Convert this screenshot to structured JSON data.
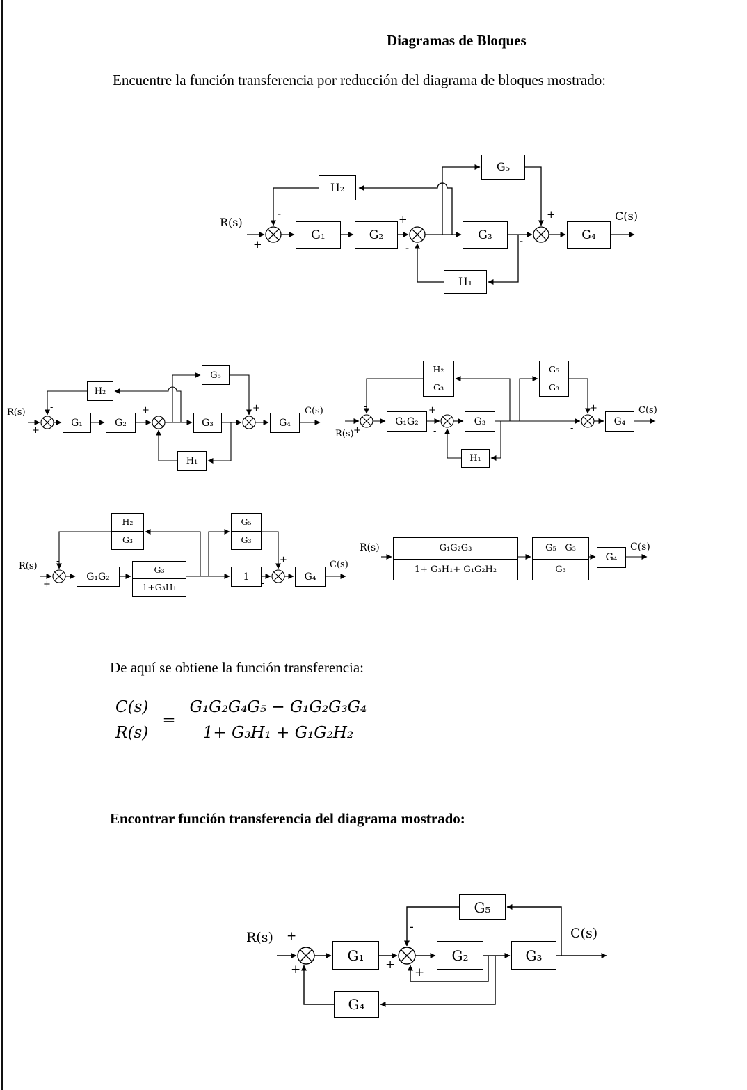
{
  "page": {
    "title": "Diagramas de Bloques",
    "intro": "Encuentre la función transferencia por reducción del diagrama de bloques mostrado:",
    "result_caption": "De aquí se obtiene la función transferencia:",
    "second_heading": "Encontrar función transferencia del diagrama mostrado:"
  },
  "equation": {
    "lhs_num": "C(s)",
    "lhs_den": "R(s)",
    "equals": "=",
    "rhs_num": "G₁G₂G₄G₅ − G₁G₂G₃G₄",
    "rhs_den": "1+ G₃H₁ + G₁G₂H₂"
  },
  "d1": {
    "input": "R(s)",
    "output": "C(s)",
    "blocks": {
      "g1": "G₁",
      "g2": "G₂",
      "g3": "G₃",
      "g4": "G₄",
      "g5": "G₅",
      "h1": "H₁",
      "h2": "H₂"
    },
    "signs": {
      "s1_fb": "-",
      "s1_in": "+",
      "s2_in": "+",
      "s2_fb": "-",
      "s3_in": "-",
      "s3_fb": "+"
    }
  },
  "d2": {
    "input": "R(s)",
    "output": "C(s)",
    "blocks": {
      "g1": "G₁",
      "g2": "G₂",
      "g3": "G₃",
      "g4": "G₄",
      "g5": "G₅",
      "h1": "H₁",
      "h2": "H₂"
    },
    "signs": {
      "s1_fb": "-",
      "s1_in": "+",
      "s2_in": "+",
      "s2_fb": "-",
      "s3_in": "-",
      "s3_fb": "+"
    }
  },
  "d3": {
    "input": "R(s)",
    "output": "C(s)",
    "blocks": {
      "g1g2": "G₁G₂",
      "g3": "G₃",
      "g4": "G₄",
      "h1": "H₁"
    },
    "fracs": {
      "h2g3": {
        "num": "H₂",
        "den": "G₃"
      },
      "g5g3": {
        "num": "G₅",
        "den": "G₃"
      }
    },
    "signs": {
      "s1_fb": "-",
      "s1_in": "+",
      "s2_in": "+",
      "s2_fb": "-",
      "s3_in": "-",
      "s3_fb": "+"
    }
  },
  "d4": {
    "input": "R(s)",
    "output": "C(s)",
    "blocks": {
      "g1g2": "G₁G₂",
      "unity": "1",
      "g4": "G₄"
    },
    "fracs": {
      "h2g3": {
        "num": "H₂",
        "den": "G₃"
      },
      "g5g3": {
        "num": "G₅",
        "den": "G₃"
      },
      "g3loop": {
        "num": "G₃",
        "den": "1+G₃H₁"
      }
    },
    "signs": {
      "s1_fb": "-",
      "s1_in": "+",
      "s2_in": "-",
      "s2_fb": "+"
    }
  },
  "d5": {
    "input": "R(s)",
    "output": "C(s)",
    "blocks": {
      "g4": "G₄"
    },
    "fracs": {
      "main": {
        "num": "G₁G₂G₃",
        "den": "1+ G₃H₁+ G₁G₂H₂"
      },
      "g5g3": {
        "num": "G₅ - G₃",
        "den": "G₃"
      }
    }
  },
  "d6": {
    "input": "R(s)",
    "output": "C(s)",
    "blocks": {
      "g1": "G₁",
      "g2": "G₂",
      "g3": "G₃",
      "g4": "G₄",
      "g5": "G₅"
    },
    "signs": {
      "s1_in": "+",
      "s1_fb": "+",
      "s2_in": "+",
      "s2_top": "-",
      "s2_bot": "+"
    }
  }
}
